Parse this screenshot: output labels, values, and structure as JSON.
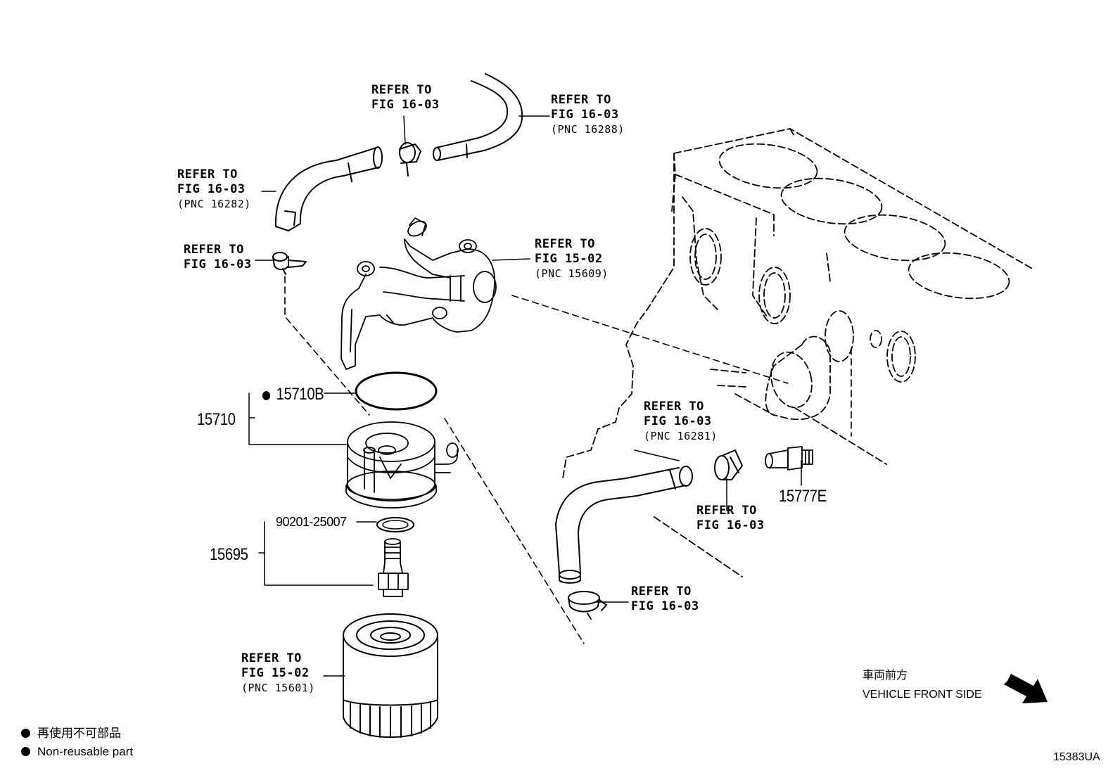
{
  "callouts": [
    {
      "id": "c1",
      "lines": [
        "REFER TO",
        "FIG 16-03"
      ],
      "pnc": ""
    },
    {
      "id": "c2",
      "lines": [
        "REFER TO",
        "FIG 16-03"
      ],
      "pnc": "(PNC 16288)"
    },
    {
      "id": "c3",
      "lines": [
        "REFER TO",
        "FIG 16-03"
      ],
      "pnc": "(PNC 16282)"
    },
    {
      "id": "c4",
      "lines": [
        "REFER TO",
        "FIG 16-03"
      ],
      "pnc": ""
    },
    {
      "id": "c5",
      "lines": [
        "REFER TO",
        "FIG 15-02"
      ],
      "pnc": "(PNC 15609)"
    },
    {
      "id": "c6",
      "lines": [
        "REFER TO",
        "FIG 16-03"
      ],
      "pnc": "(PNC 16281)"
    },
    {
      "id": "c7",
      "lines": [
        "REFER TO",
        "FIG 16-03"
      ],
      "pnc": ""
    },
    {
      "id": "c8",
      "lines": [
        "REFER TO",
        "FIG 16-03"
      ],
      "pnc": ""
    },
    {
      "id": "c9",
      "lines": [
        "REFER TO",
        "FIG 15-02"
      ],
      "pnc": "(PNC 15601)"
    }
  ],
  "parts": {
    "p15710B": "15710B",
    "p15710": "15710",
    "p90201": "90201-25007",
    "p15695": "15695",
    "p15777E": "15777E"
  },
  "direction": {
    "jp": "車両前方",
    "en": "VEHICLE FRONT SIDE",
    "arrow_icon": "direction-arrow-icon"
  },
  "legend": {
    "jp": "再使用不可部品",
    "en": "Non-reusable part",
    "bullet_icon": "filled-dot-icon"
  },
  "figure_code": "15383UA"
}
